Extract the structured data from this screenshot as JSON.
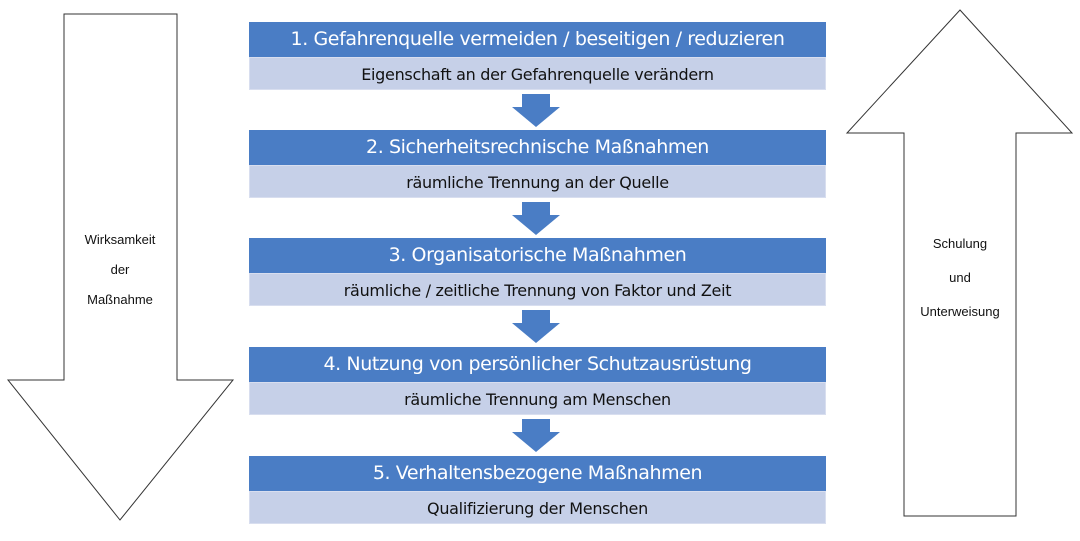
{
  "left_arrow": {
    "lines": [
      "Wirksamkeit",
      "der",
      "Maßnahme"
    ]
  },
  "right_arrow": {
    "lines": [
      "Schulung",
      "und",
      "Unterweisung"
    ]
  },
  "steps": [
    {
      "title": "1. Gefahrenquelle vermeiden / beseitigen / reduzieren",
      "subtitle": "Eigenschaft an der Gefahrenquelle verändern"
    },
    {
      "title": "2. Sicherheitsrechnische Maßnahmen",
      "subtitle": "räumliche Trennung an der Quelle"
    },
    {
      "title": "3. Organisatorische Maßnahmen",
      "subtitle": "räumliche / zeitliche Trennung von Faktor und Zeit"
    },
    {
      "title": "4.  Nutzung von persönlicher Schutzausrüstung",
      "subtitle": "räumliche Trennung am Menschen"
    },
    {
      "title": "5. Verhaltensbezogene Maßnahmen",
      "subtitle": "Qualifizierung der Menschen"
    }
  ],
  "colors": {
    "header": "#4a7dc5",
    "subheader": "#c6d0e8",
    "connector": "#4a7dc5"
  }
}
